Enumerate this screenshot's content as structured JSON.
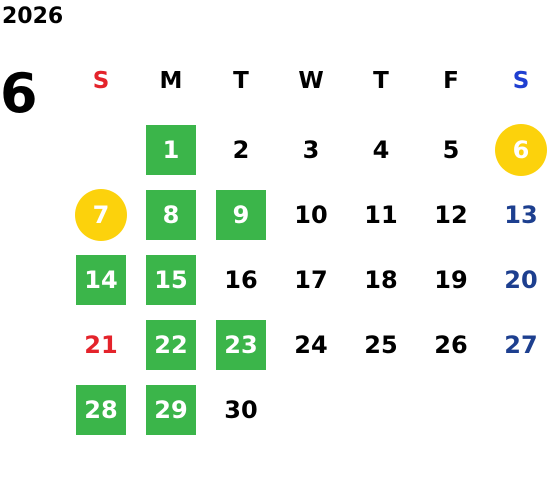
{
  "header": {
    "year": "2026",
    "month": "6"
  },
  "colors": {
    "sunday": "#e4232b",
    "saturday": "#1d3f8f",
    "saturday_header": "#1f3fd1",
    "weekday": "#000000",
    "green_fill": "#3bb54a",
    "circle_fill": "#fcd20c",
    "marked_text": "#ffffff"
  },
  "weekdays": [
    "S",
    "M",
    "T",
    "W",
    "T",
    "F",
    "S"
  ],
  "days": [
    {
      "label": "1",
      "col": 1,
      "row": 0,
      "mark": "green"
    },
    {
      "label": "2",
      "col": 2,
      "row": 0,
      "mark": "none"
    },
    {
      "label": "3",
      "col": 3,
      "row": 0,
      "mark": "none"
    },
    {
      "label": "4",
      "col": 4,
      "row": 0,
      "mark": "none"
    },
    {
      "label": "5",
      "col": 5,
      "row": 0,
      "mark": "none"
    },
    {
      "label": "6",
      "col": 6,
      "row": 0,
      "mark": "circle"
    },
    {
      "label": "7",
      "col": 0,
      "row": 1,
      "mark": "circle"
    },
    {
      "label": "8",
      "col": 1,
      "row": 1,
      "mark": "green"
    },
    {
      "label": "9",
      "col": 2,
      "row": 1,
      "mark": "green"
    },
    {
      "label": "10",
      "col": 3,
      "row": 1,
      "mark": "none"
    },
    {
      "label": "11",
      "col": 4,
      "row": 1,
      "mark": "none"
    },
    {
      "label": "12",
      "col": 5,
      "row": 1,
      "mark": "none"
    },
    {
      "label": "13",
      "col": 6,
      "row": 1,
      "mark": "none"
    },
    {
      "label": "14",
      "col": 0,
      "row": 2,
      "mark": "green"
    },
    {
      "label": "15",
      "col": 1,
      "row": 2,
      "mark": "green"
    },
    {
      "label": "16",
      "col": 2,
      "row": 2,
      "mark": "none"
    },
    {
      "label": "17",
      "col": 3,
      "row": 2,
      "mark": "none"
    },
    {
      "label": "18",
      "col": 4,
      "row": 2,
      "mark": "none"
    },
    {
      "label": "19",
      "col": 5,
      "row": 2,
      "mark": "none"
    },
    {
      "label": "20",
      "col": 6,
      "row": 2,
      "mark": "none"
    },
    {
      "label": "21",
      "col": 0,
      "row": 3,
      "mark": "none"
    },
    {
      "label": "22",
      "col": 1,
      "row": 3,
      "mark": "green"
    },
    {
      "label": "23",
      "col": 2,
      "row": 3,
      "mark": "green"
    },
    {
      "label": "24",
      "col": 3,
      "row": 3,
      "mark": "none"
    },
    {
      "label": "25",
      "col": 4,
      "row": 3,
      "mark": "none"
    },
    {
      "label": "26",
      "col": 5,
      "row": 3,
      "mark": "none"
    },
    {
      "label": "27",
      "col": 6,
      "row": 3,
      "mark": "none"
    },
    {
      "label": "28",
      "col": 0,
      "row": 4,
      "mark": "green"
    },
    {
      "label": "29",
      "col": 1,
      "row": 4,
      "mark": "green"
    },
    {
      "label": "30",
      "col": 2,
      "row": 4,
      "mark": "none"
    }
  ]
}
